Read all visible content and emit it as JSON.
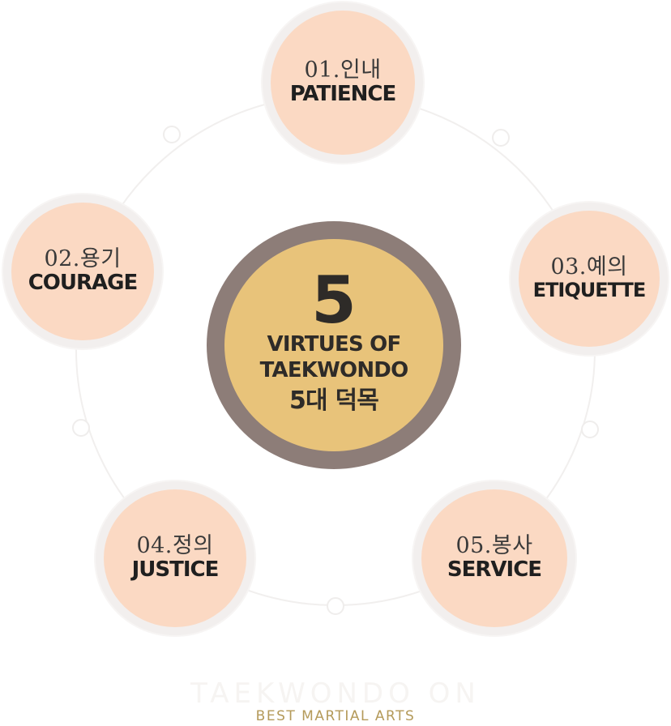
{
  "center": {
    "number": "5",
    "line1": "VIRTUES OF",
    "line2": "TAEKWONDO",
    "korean": "5대 덕목"
  },
  "virtues": [
    {
      "num": "01.인내",
      "en": "PATIENCE"
    },
    {
      "num": "02.용기",
      "en": "COURAGE"
    },
    {
      "num": "03.예의",
      "en": "ETIQUETTE"
    },
    {
      "num": "04.정의",
      "en": "JUSTICE"
    },
    {
      "num": "05.봉사",
      "en": "SERVICE"
    }
  ],
  "brand": {
    "name": "TAEKWONDO ON",
    "tagline": "BEST MARTIAL ARTS"
  }
}
